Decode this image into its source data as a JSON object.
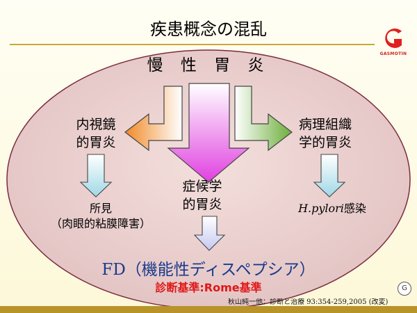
{
  "title": "疾患概念の混乱",
  "logo": {
    "text": "GASMOTIN"
  },
  "nodes": {
    "chronic_gastritis": "慢 性 胃 炎",
    "endoscopic_line1": "内視鏡",
    "endoscopic_line2": "的胃炎",
    "histologic_line1": "病理組織",
    "histologic_line2": "学的胃炎",
    "symptomatic_line1": "症候学",
    "symptomatic_line2": "的胃炎",
    "finding_line1": "所見",
    "finding_line2": "（肉眼的粘膜障害）",
    "hp_italic": "H.pylori",
    "hp_rest": "感染",
    "fd": "FD（機能性ディスペプシア）",
    "criteria": "診断基準:Rome基準"
  },
  "badge": "G",
  "citation": "秋山純一他：診断と治療 93:354-259,2005 (改変)",
  "colors": {
    "ellipse": "#e8c8c8",
    "arrow_left": "#f08a28",
    "arrow_right": "#6cae3a",
    "arrow_down": "#e040e0",
    "arrow_light": "#a8dfe8",
    "fd_text": "#1a3a8c",
    "criteria_text": "#e01818",
    "rule": "#c8a838"
  }
}
